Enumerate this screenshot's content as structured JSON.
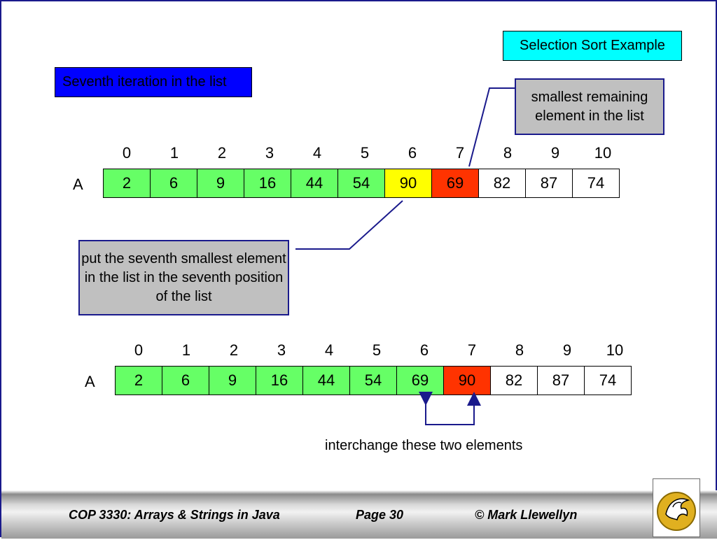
{
  "slide_title": "Selection Sort Example",
  "iteration_label": "Seventh iteration in the list",
  "callout_top": "smallest remaining element in the list",
  "callout_bottom": "put the seventh smallest element in the list in the seventh position of the list",
  "array_label": "A",
  "indices": [
    "0",
    "1",
    "2",
    "3",
    "4",
    "5",
    "6",
    "7",
    "8",
    "9",
    "10"
  ],
  "before": {
    "values": [
      "2",
      "6",
      "9",
      "16",
      "44",
      "54",
      "90",
      "69",
      "82",
      "87",
      "74"
    ],
    "colors": [
      "green",
      "green",
      "green",
      "green",
      "green",
      "green",
      "yellow",
      "red",
      "white",
      "white",
      "white"
    ]
  },
  "after": {
    "values": [
      "2",
      "6",
      "9",
      "16",
      "44",
      "54",
      "69",
      "90",
      "82",
      "87",
      "74"
    ],
    "colors": [
      "green",
      "green",
      "green",
      "green",
      "green",
      "green",
      "green",
      "red",
      "white",
      "white",
      "white"
    ]
  },
  "interchange_caption": "interchange these two elements",
  "footer": {
    "course": "COP 3330:  Arrays & Strings in Java",
    "page": "Page 30",
    "author": "© Mark Llewellyn"
  },
  "colors": {
    "title_fill": "#00ffff",
    "iteration_fill": "#0000ff",
    "callout_fill": "#c0c0c0",
    "sorted": "#66ff66",
    "current_position": "#ffff00",
    "smallest": "#ff3300",
    "unsorted": "#ffffff",
    "lines": "#1a1a8c"
  },
  "logo_icon": "pegasus-logo-icon"
}
